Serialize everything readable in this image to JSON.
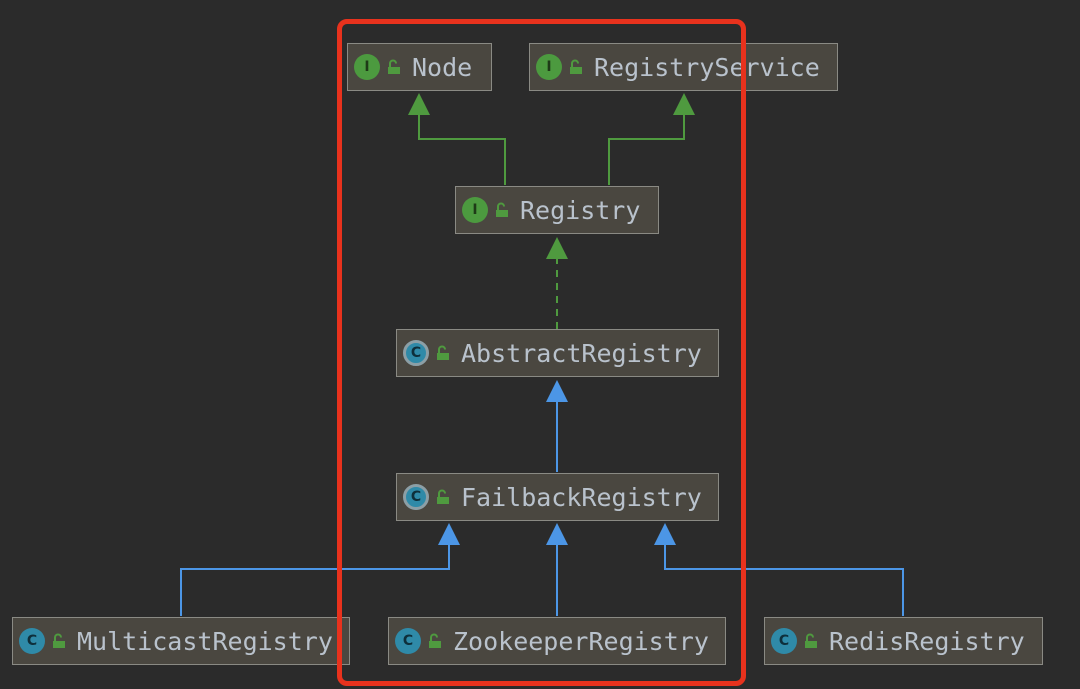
{
  "diagram": {
    "highlight_color": "#e8321d",
    "colors": {
      "interface_edge": "#4f9a3f",
      "class_edge": "#4c96e6",
      "interface_badge": "#4c9a3f",
      "class_badge": "#2f8aa8"
    },
    "nodes": {
      "node": {
        "label": "Node",
        "badge": "I",
        "icon": "interface-icon"
      },
      "registry_service": {
        "label": "RegistryService",
        "badge": "I",
        "icon": "interface-icon"
      },
      "registry": {
        "label": "Registry",
        "badge": "I",
        "icon": "interface-icon"
      },
      "abstract_registry": {
        "label": "AbstractRegistry",
        "badge": "C",
        "icon": "abstract-class-icon"
      },
      "failback_registry": {
        "label": "FailbackRegistry",
        "badge": "C",
        "icon": "abstract-class-icon"
      },
      "multicast_registry": {
        "label": "MulticastRegistry",
        "badge": "C",
        "icon": "class-icon"
      },
      "zookeeper_registry": {
        "label": "ZookeeperRegistry",
        "badge": "C",
        "icon": "class-icon"
      },
      "redis_registry": {
        "label": "RedisRegistry",
        "badge": "C",
        "icon": "class-icon"
      }
    }
  }
}
